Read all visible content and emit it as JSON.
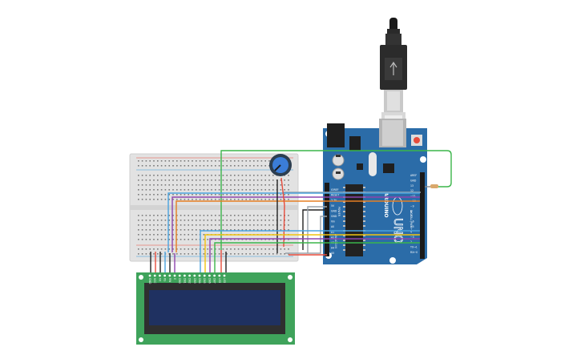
{
  "board": {
    "uno_label": "UNO",
    "brand_label": "ARDUINO",
    "power_header_label": "POWER",
    "analog_header_label": "ANALOG IN",
    "digital_header_label": "DIGITAL (PWM~)",
    "pin_labels_right": [
      "AREF",
      "GND",
      "13",
      "12",
      "~11",
      "~10",
      "~9",
      "8",
      "7",
      "~6",
      "~5",
      "4",
      "~3",
      "2",
      "TX→1",
      "RX←0"
    ],
    "pin_labels_left": [
      "IOREF",
      "RESET",
      "3.3V",
      "5V",
      "GND",
      "GND",
      "Vin",
      "A0",
      "A1",
      "A2",
      "A3",
      "A4",
      "A5"
    ]
  },
  "lcd": {
    "pin_labels": [
      "GND",
      "VCC",
      "V0",
      "RS",
      "RW",
      "E",
      "DB0",
      "DB1",
      "DB2",
      "DB3",
      "DB4",
      "DB5",
      "DB6",
      "DB7",
      "LED",
      "LED"
    ]
  },
  "colors": {
    "arduino_blue": "#2b6ca8",
    "lcd_green": "#3fa35b",
    "lcd_screen": "#1f3161",
    "breadboard": "#e6e6e6",
    "wire_green": "#3bb54a",
    "wire_blue": "#4aa3df",
    "wire_purple": "#8e44ad",
    "wire_orange": "#e67e22",
    "wire_yellow": "#f1c40f",
    "wire_red": "#e74c3c",
    "wire_black": "#222222",
    "wire_gray": "#9aa3ab"
  }
}
